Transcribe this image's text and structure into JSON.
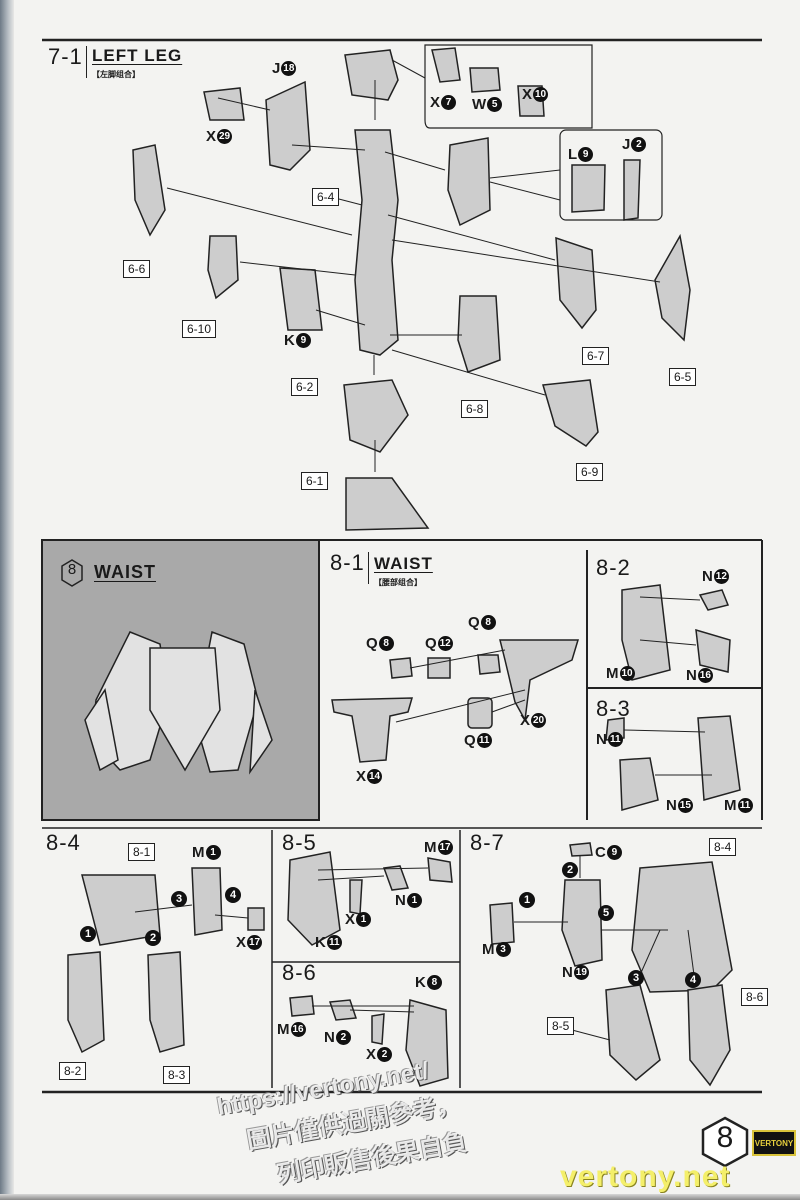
{
  "leg": {
    "step": "7-1",
    "title": "LEFT LEG",
    "subtitle": "【左脚组合】",
    "parts": [
      {
        "l": "J",
        "n": "18"
      },
      {
        "l": "X",
        "n": "29"
      },
      {
        "l": "X",
        "n": "10"
      },
      {
        "l": "X",
        "n": "7"
      },
      {
        "l": "W",
        "n": "5"
      },
      {
        "l": "L",
        "n": "9"
      },
      {
        "l": "J",
        "n": "2"
      },
      {
        "l": "K",
        "n": "9"
      }
    ],
    "refs": [
      "6-4",
      "6-6",
      "6-10",
      "6-7",
      "6-5",
      "6-2",
      "6-8",
      "6-9",
      "6-1"
    ]
  },
  "waist_header": {
    "number": "8",
    "title": "WAIST"
  },
  "s81": {
    "step": "8-1",
    "title": "WAIST",
    "subtitle": "【腰部组合】",
    "parts": [
      {
        "l": "Q",
        "n": "8"
      },
      {
        "l": "Q",
        "n": "12"
      },
      {
        "l": "Q",
        "n": "8"
      },
      {
        "l": "X",
        "n": "20"
      },
      {
        "l": "Q",
        "n": "11"
      },
      {
        "l": "X",
        "n": "14"
      }
    ]
  },
  "s82": {
    "step": "8-2",
    "parts": [
      {
        "l": "N",
        "n": "12"
      },
      {
        "l": "M",
        "n": "10"
      },
      {
        "l": "N",
        "n": "16"
      }
    ]
  },
  "s83": {
    "step": "8-3",
    "parts": [
      {
        "l": "N",
        "n": "11"
      },
      {
        "l": "N",
        "n": "15"
      },
      {
        "l": "M",
        "n": "11"
      }
    ]
  },
  "s84": {
    "step": "8-4",
    "parts": [
      {
        "l": "M",
        "n": "1"
      },
      {
        "l": "X",
        "n": "17"
      }
    ],
    "refs": [
      "8-1",
      "8-2",
      "8-3"
    ],
    "order": [
      "1",
      "2",
      "3",
      "4"
    ]
  },
  "s85": {
    "step": "8-5",
    "parts": [
      {
        "l": "M",
        "n": "17"
      },
      {
        "l": "N",
        "n": "1"
      },
      {
        "l": "X",
        "n": "1"
      },
      {
        "l": "K",
        "n": "11"
      }
    ]
  },
  "s86": {
    "step": "8-6",
    "parts": [
      {
        "l": "K",
        "n": "8"
      },
      {
        "l": "M",
        "n": "16"
      },
      {
        "l": "N",
        "n": "2"
      },
      {
        "l": "X",
        "n": "2"
      }
    ]
  },
  "s87": {
    "step": "8-7",
    "parts": [
      {
        "l": "C",
        "n": "9"
      },
      {
        "l": "M",
        "n": "3"
      },
      {
        "l": "N",
        "n": "19"
      }
    ],
    "refs": [
      "8-4",
      "8-6",
      "8-5"
    ],
    "order": [
      "1",
      "2",
      "3",
      "4",
      "5"
    ]
  },
  "footer": {
    "page_number": "8",
    "logo": "VERTONY",
    "site": "vertony.net"
  },
  "watermark": {
    "url": "https://vertony.net/",
    "line1": "圖片僅供過關參考，",
    "line2": "列印販售後果自負"
  },
  "colors": {
    "part_fill": "#c9c9c9",
    "panel_gray": "#a9a9a9",
    "ink": "#1a1a1a"
  }
}
